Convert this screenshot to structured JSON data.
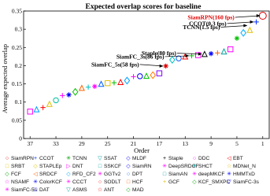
{
  "chart_data": {
    "type": "scatter",
    "title": "Expected overlap scores for baseline",
    "xlabel": "Order",
    "ylabel": "Average expected overlap",
    "xlim": [
      38,
      0
    ],
    "ylim": [
      0,
      0.35
    ],
    "x_reversed": true,
    "x_ticks": [
      37,
      33,
      29,
      25,
      21,
      17,
      13,
      9,
      5,
      1
    ],
    "x_tick_labels": [
      "37",
      "33",
      "29",
      "25",
      "21",
      "17",
      "13",
      "9",
      "5",
      "1"
    ],
    "y_ticks": [
      0,
      0.05,
      0.1,
      0.15,
      0.2,
      0.25,
      0.3,
      0.35
    ],
    "y_tick_labels": [
      "0",
      "0.05",
      "0.1",
      "0.15",
      "0.2",
      "0.25",
      "0.3",
      "0.35"
    ],
    "grid": false,
    "legend_placement": "bottom",
    "points": [
      {
        "order": 1,
        "value": 0.337,
        "color": "#e00000",
        "marker": "circle"
      },
      {
        "order": 2,
        "value": 0.32,
        "color": "#0030ff",
        "marker": "plus"
      },
      {
        "order": 3,
        "value": 0.298,
        "color": "#e0c000",
        "marker": "triangle"
      },
      {
        "order": 4,
        "value": 0.29,
        "color": "#00b0ff",
        "marker": "diamond"
      },
      {
        "order": 5,
        "value": 0.275,
        "color": "#00c000",
        "marker": "star"
      },
      {
        "order": 6,
        "value": 0.245,
        "color": "#ff00ff",
        "marker": "square"
      },
      {
        "order": 7,
        "value": 0.239,
        "color": "#00a0a0",
        "marker": "triangle"
      },
      {
        "order": 8,
        "value": 0.235,
        "color": "#ff6000",
        "marker": "plus"
      },
      {
        "order": 9,
        "value": 0.233,
        "color": "#0000ff",
        "marker": "star"
      },
      {
        "order": 10,
        "value": 0.232,
        "color": "#000000",
        "marker": "triangle"
      },
      {
        "order": 11,
        "value": 0.229,
        "color": "#ff00ff",
        "marker": "square"
      },
      {
        "order": 12,
        "value": 0.227,
        "color": "#00c000",
        "marker": "plus"
      },
      {
        "order": 13,
        "value": 0.225,
        "color": "#ff0000",
        "marker": "triangle"
      },
      {
        "order": 14,
        "value": 0.22,
        "color": "#0050ff",
        "marker": "circle"
      },
      {
        "order": 15,
        "value": 0.216,
        "color": "#00c0c0",
        "marker": "diamond"
      },
      {
        "order": 16,
        "value": 0.199,
        "color": "#e00000",
        "marker": "star"
      },
      {
        "order": 17,
        "value": 0.179,
        "color": "#8000ff",
        "marker": "square"
      },
      {
        "order": 18,
        "value": 0.174,
        "color": "#ff8000",
        "marker": "diamond"
      },
      {
        "order": 19,
        "value": 0.172,
        "color": "#00c000",
        "marker": "triangle"
      },
      {
        "order": 20,
        "value": 0.171,
        "color": "#0000ff",
        "marker": "circle"
      },
      {
        "order": 21,
        "value": 0.17,
        "color": "#ff00ff",
        "marker": "plus"
      },
      {
        "order": 22,
        "value": 0.159,
        "color": "#00a0ff",
        "marker": "diamond"
      },
      {
        "order": 23,
        "value": 0.155,
        "color": "#ff0000",
        "marker": "triangle"
      },
      {
        "order": 24,
        "value": 0.153,
        "color": "#00c000",
        "marker": "plus"
      },
      {
        "order": 25,
        "value": 0.152,
        "color": "#e0c000",
        "marker": "square"
      },
      {
        "order": 26,
        "value": 0.15,
        "color": "#0060ff",
        "marker": "triangle"
      },
      {
        "order": 27,
        "value": 0.143,
        "color": "#ff00ff",
        "marker": "star"
      },
      {
        "order": 28,
        "value": 0.141,
        "color": "#00c0c0",
        "marker": "plus"
      },
      {
        "order": 29,
        "value": 0.139,
        "color": "#ff6000",
        "marker": "triangle"
      },
      {
        "order": 30,
        "value": 0.128,
        "color": "#00c000",
        "marker": "diamond"
      },
      {
        "order": 31,
        "value": 0.12,
        "color": "#0000ff",
        "marker": "star"
      },
      {
        "order": 32,
        "value": 0.118,
        "color": "#ff00ff",
        "marker": "plus"
      },
      {
        "order": 33,
        "value": 0.105,
        "color": "#00c0a0",
        "marker": "circle"
      },
      {
        "order": 34,
        "value": 0.095,
        "color": "#e0c000",
        "marker": "triangle"
      },
      {
        "order": 35,
        "value": 0.085,
        "color": "#ff0000",
        "marker": "plus"
      },
      {
        "order": 36,
        "value": 0.08,
        "color": "#00a0ff",
        "marker": "triangle"
      },
      {
        "order": 37,
        "value": 0.074,
        "color": "#ff00ff",
        "marker": "square"
      }
    ],
    "annotations": [
      {
        "text": "SiamRPN(160 fps)",
        "order": 1,
        "value": 0.337,
        "color": "#e00000"
      },
      {
        "text": "CCOT(0.3 fps)",
        "order": 2,
        "value": 0.32,
        "color": "#000000"
      },
      {
        "text": "TCNN(1.5 fps)",
        "order": 3,
        "value": 0.31,
        "color": "#000000"
      },
      {
        "text": "Staple(80 fps)",
        "order": 10,
        "value": 0.232,
        "color": "#000000"
      },
      {
        "text": "SiamFC_3s(86 fps)",
        "order": 12,
        "value": 0.227,
        "color": "#000000"
      },
      {
        "text": "SiamFC_5s(58 fps)",
        "order": 16,
        "value": 0.199,
        "color": "#000000"
      }
    ]
  },
  "legend": {
    "items": [
      {
        "label": "SiamRPN",
        "symbol": "○",
        "color": "#e00000"
      },
      {
        "label": "CCOT",
        "symbol": "+",
        "color": "#0030ff"
      },
      {
        "label": "TCNN",
        "symbol": "✳",
        "color": "#00a000"
      },
      {
        "label": "SSAT",
        "symbol": "▽",
        "color": "#00a0a0"
      },
      {
        "label": "MLDF",
        "symbol": "◇",
        "color": "#0000ff"
      },
      {
        "label": "Staple",
        "symbol": "+",
        "color": "#000000"
      },
      {
        "label": "DDC",
        "symbol": "○",
        "color": "#ff00ff"
      },
      {
        "label": "EBT",
        "symbol": "◁",
        "color": "#ff0000"
      },
      {
        "label": "SRBT",
        "symbol": "□",
        "color": "#e0c000"
      },
      {
        "label": "STAPLEp",
        "symbol": "◇",
        "color": "#e0c000"
      },
      {
        "label": "DNT",
        "symbol": "▷",
        "color": "#ff00ff"
      },
      {
        "label": "SSKCF",
        "symbol": "□",
        "color": "#00a0a0"
      },
      {
        "label": "SiamRN",
        "symbol": "◇",
        "color": "#0000ff"
      },
      {
        "label": "DeepSRDCF",
        "symbol": "✳",
        "color": "#ff00ff"
      },
      {
        "label": "SHCT",
        "symbol": "✳",
        "color": "#00a0a0"
      },
      {
        "label": "MDNet_N",
        "symbol": "☆",
        "color": "#e0c000"
      },
      {
        "label": "FCF",
        "symbol": "◇",
        "color": "#00a000"
      },
      {
        "label": "SRDCF",
        "symbol": "◁",
        "color": "#ff6000"
      },
      {
        "label": "RFD_CF2",
        "symbol": "◇",
        "color": "#00a0ff"
      },
      {
        "label": "GGTv2",
        "symbol": "✳",
        "color": "#ff00ff"
      },
      {
        "label": "DPT",
        "symbol": "○",
        "color": "#0060ff"
      },
      {
        "label": "SiamAN",
        "symbol": "□",
        "color": "#00a0a0"
      },
      {
        "label": "deepMKCF",
        "symbol": "✳",
        "color": "#ff00ff"
      },
      {
        "label": "HMMTxD",
        "symbol": "✳",
        "color": "#0000ff"
      },
      {
        "label": "NSAMF",
        "symbol": "☆",
        "color": "#ff00ff"
      },
      {
        "label": "ColorKCF",
        "symbol": "✳",
        "color": "#0000ff"
      },
      {
        "label": "CCCT",
        "symbol": "✳",
        "color": "#ff00ff"
      },
      {
        "label": "SODLT",
        "symbol": "○",
        "color": "#ff0000"
      },
      {
        "label": "HCF",
        "symbol": "□",
        "color": "#ff6000"
      },
      {
        "label": "GCF",
        "symbol": "+",
        "color": "#e0c000"
      },
      {
        "label": "KCF_SMXPC",
        "symbol": "◇",
        "color": "#00a000"
      },
      {
        "label": "SiamFC-3s",
        "symbol": "▽",
        "color": "#0000ff"
      },
      {
        "label": "SiamFC-5s",
        "symbol": "✳",
        "color": "#ff00ff"
      },
      {
        "label": "DAT",
        "symbol": "□",
        "color": "#0000ff"
      },
      {
        "label": "ASMS",
        "symbol": "▽",
        "color": "#00a0a0"
      },
      {
        "label": "ANT",
        "symbol": "☆",
        "color": "#ff0000"
      },
      {
        "label": "MAD",
        "symbol": "◇",
        "color": "#00a000"
      }
    ]
  }
}
